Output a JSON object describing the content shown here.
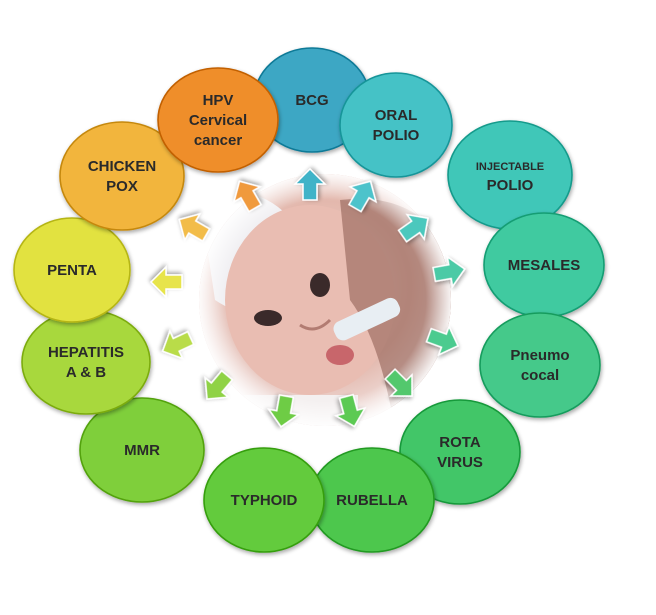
{
  "center": {
    "image": "baby-receiving-oral-polio-drops-photo"
  },
  "vaccines": [
    {
      "id": "bcg",
      "lines": [
        "BCG"
      ],
      "color": "#3ea7c4",
      "size": "normal"
    },
    {
      "id": "oral-polio",
      "lines": [
        "ORAL",
        "POLIO"
      ],
      "color": "#45c2c6",
      "size": "normal"
    },
    {
      "id": "injectable-polio",
      "lines": [
        "INJECTABLE",
        "POLIO"
      ],
      "color": "#3fc7b8",
      "size": "mixed"
    },
    {
      "id": "mesales",
      "lines": [
        "MESALES"
      ],
      "color": "#3fcaa0",
      "size": "normal"
    },
    {
      "id": "pneumococal",
      "lines": [
        "Pneumo",
        "cocal"
      ],
      "color": "#44c98a",
      "size": "normal"
    },
    {
      "id": "rota-virus",
      "lines": [
        "ROTA",
        "VIRUS"
      ],
      "color": "#43c667",
      "size": "normal"
    },
    {
      "id": "rubella",
      "lines": [
        "RUBELLA"
      ],
      "color": "#4ec74e",
      "size": "normal"
    },
    {
      "id": "typhoid",
      "lines": [
        "TYPHOID"
      ],
      "color": "#63cb3c",
      "size": "normal"
    },
    {
      "id": "mmr",
      "lines": [
        "MMR"
      ],
      "color": "#7fcf3a",
      "size": "normal"
    },
    {
      "id": "hepatitis",
      "lines": [
        "HEPATITIS",
        "A & B"
      ],
      "color": "#a8d83d",
      "size": "normal"
    },
    {
      "id": "penta",
      "lines": [
        "PENTA"
      ],
      "color": "#e2e23f",
      "size": "normal"
    },
    {
      "id": "chicken-pox",
      "lines": [
        "CHICKEN",
        "POX"
      ],
      "color": "#f2b53c",
      "size": "normal"
    },
    {
      "id": "hpv",
      "lines": [
        "HPV",
        "Cervical",
        "cancer"
      ],
      "color": "#ef8e2c",
      "size": "normal"
    }
  ],
  "arrows": [
    {
      "color": "#40b3c8"
    },
    {
      "color": "#4ec3cb"
    },
    {
      "color": "#4cc8bd"
    },
    {
      "color": "#4ccaa6"
    },
    {
      "color": "#4ccb8f"
    },
    {
      "color": "#52c86d"
    },
    {
      "color": "#5bca52"
    },
    {
      "color": "#6ecc45"
    },
    {
      "color": "#8fd245"
    },
    {
      "color": "#b9dc48"
    },
    {
      "color": "#e7e44c"
    },
    {
      "color": "#f2bc4a"
    },
    {
      "color": "#f09a3c"
    }
  ]
}
